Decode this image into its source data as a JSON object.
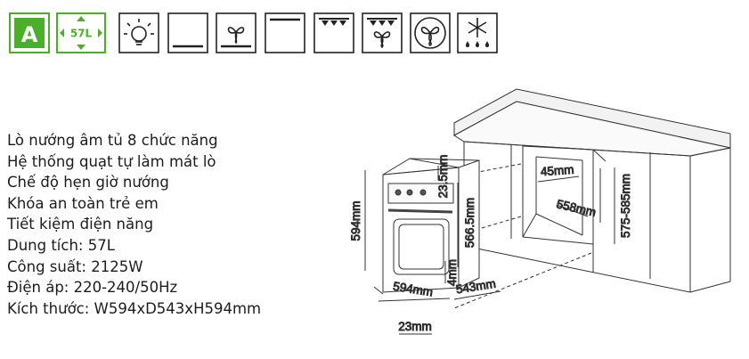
{
  "energy_class": {
    "letter": "A",
    "color": "#4caf2a"
  },
  "capacity_badge": {
    "text": "57L",
    "color": "#4caf2a"
  },
  "function_icons": [
    {
      "name": "oven-lamp-icon"
    },
    {
      "name": "bottom-heat-icon"
    },
    {
      "name": "fan-bottom-heat-icon"
    },
    {
      "name": "top-heat-icon"
    },
    {
      "name": "grill-icon"
    },
    {
      "name": "fan-grill-icon"
    },
    {
      "name": "fan-icon"
    },
    {
      "name": "defrost-icon"
    }
  ],
  "specs": [
    "Lò nướng âm tủ 8 chức năng",
    "Hệ thống quạt tự làm mát lò",
    "Chế độ hẹn giờ nướng",
    "Khóa an toàn trẻ em",
    "Tiết kiệm điện năng",
    "Dung tích: 57L",
    "Công suất: 2125W",
    "Điện áp: 220-240/50Hz",
    "Kích thước: W594xD543xH594mm"
  ],
  "dimensions": {
    "oven_height": "594mm",
    "top_gap": "23.5mm",
    "inner_height": "566.5mm",
    "bottom_gap": "4mm",
    "oven_width": "594mm",
    "oven_depth": "543mm",
    "door_thickness": "23mm",
    "niche_top": "45mm",
    "niche_depth": "558mm",
    "niche_height": "575-585mm"
  }
}
